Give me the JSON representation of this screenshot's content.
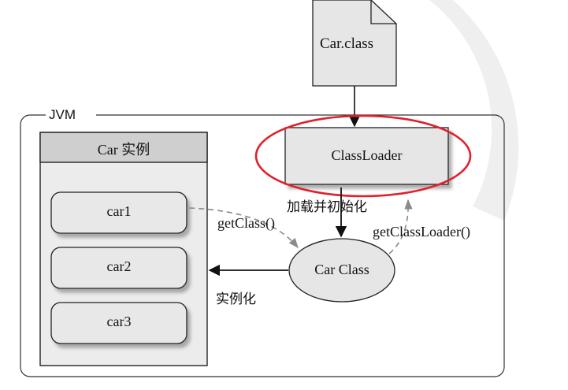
{
  "file": {
    "label": "Car.class"
  },
  "jvm": {
    "label": "JVM"
  },
  "instances": {
    "header": "Car 实例",
    "items": [
      "car1",
      "car2",
      "car3"
    ]
  },
  "classloader": {
    "label": "ClassLoader"
  },
  "car_class": {
    "label": "Car Class"
  },
  "labels": {
    "load_init": "加载并初始化",
    "get_class": "getClass()",
    "get_class_loader": "getClassLoader()",
    "instantiate": "实例化"
  },
  "colors": {
    "highlight_ellipse": "#e0202a",
    "box_fill": "#e6e6e6",
    "header_fill": "#cfcfcf",
    "watermark": "#efefef"
  }
}
